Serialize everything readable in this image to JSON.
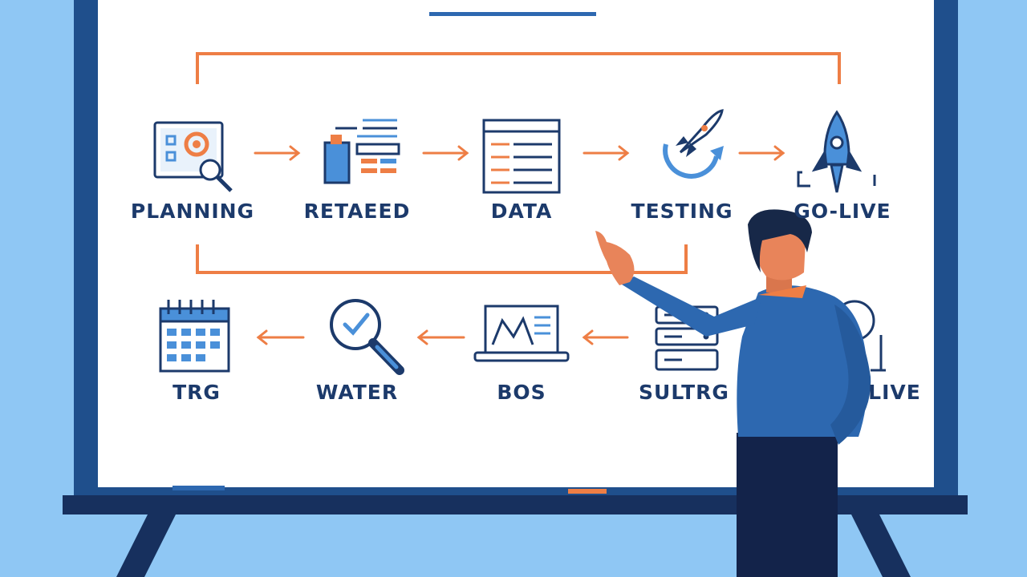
{
  "colors": {
    "background": "#8fc7f4",
    "board_frame": "#1f4f8c",
    "board_surface": "#ffffff",
    "easel": "#17305e",
    "connector": "#ee7e45",
    "icon_stroke": "#1c3a6b",
    "icon_accent_blue": "#4a90d9",
    "icon_accent_orange": "#ee7e45",
    "shirt": "#2d68b0",
    "pants": "#13234a",
    "hair": "#172848",
    "skin": "#e8845a"
  },
  "diagram": {
    "top_row": [
      {
        "label": "PLANNING",
        "icon": "planning-gear-magnifier-icon"
      },
      {
        "label": "RETAEED",
        "icon": "document-list-icon"
      },
      {
        "label": "DATA",
        "icon": "spreadsheet-icon"
      },
      {
        "label": "TESTING",
        "icon": "rocket-refresh-icon"
      },
      {
        "label": "GO-LIVE",
        "icon": "rocket-launch-icon"
      }
    ],
    "bottom_row": [
      {
        "label": "TRG",
        "icon": "calendar-icon"
      },
      {
        "label": "WATER",
        "icon": "magnifier-check-icon"
      },
      {
        "label": "BOS",
        "icon": "laptop-chart-icon"
      },
      {
        "label": "SULTRG",
        "icon": "server-stack-icon"
      },
      {
        "label": "LIVE",
        "icon": "globe-icon"
      }
    ]
  }
}
